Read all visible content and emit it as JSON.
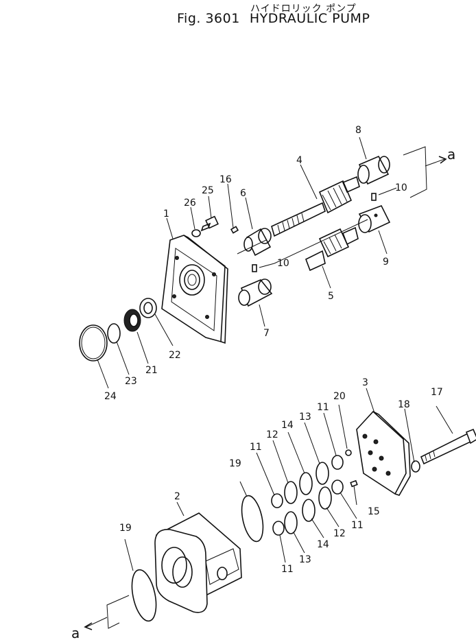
{
  "header": {
    "japanese_title": "ハイドロリック ポンプ",
    "fig_number": "Fig. 3601",
    "title": "HYDRAULIC PUMP"
  },
  "arrow_label": "a",
  "callouts": [
    "1",
    "2",
    "3",
    "4",
    "5",
    "6",
    "7",
    "8",
    "9",
    "10",
    "10",
    "11",
    "11",
    "11",
    "11",
    "12",
    "12",
    "13",
    "13",
    "14",
    "14",
    "15",
    "16",
    "17",
    "18",
    "19",
    "19",
    "20",
    "21",
    "22",
    "23",
    "24",
    "25",
    "26"
  ]
}
